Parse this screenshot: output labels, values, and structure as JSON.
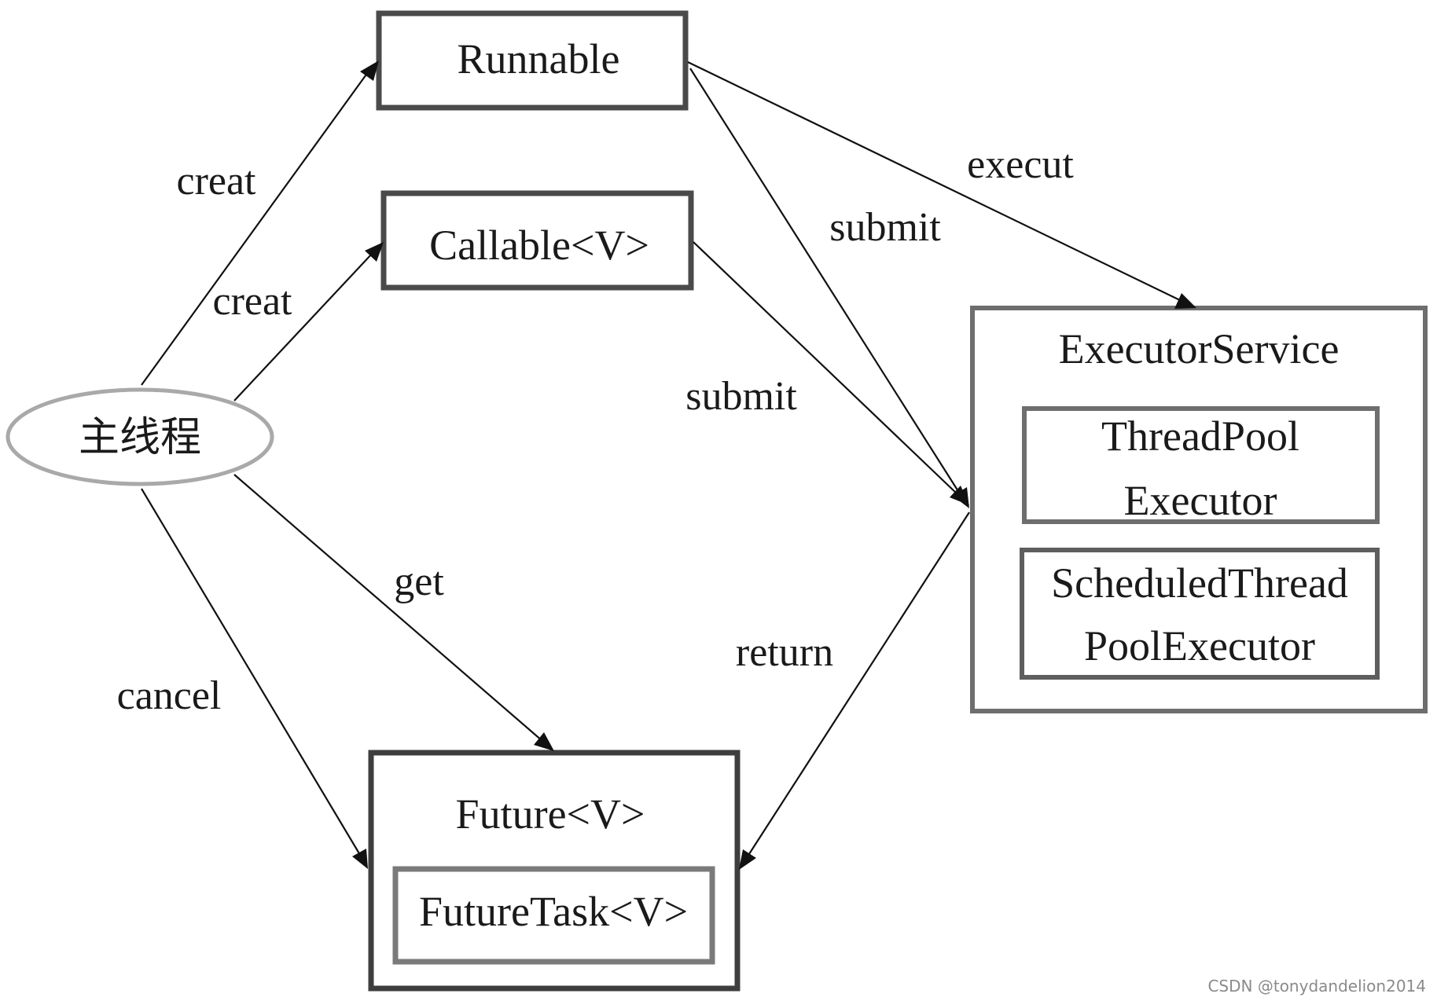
{
  "nodes": {
    "main_thread": "主线程",
    "runnable": "Runnable",
    "callable": "Callable<V>",
    "executor_service": "ExecutorService",
    "thread_pool_line1": "ThreadPool",
    "thread_pool_line2": "Executor",
    "scheduled_line1": "ScheduledThread",
    "scheduled_line2": "PoolExecutor",
    "future": "Future<V>",
    "future_task": "FutureTask<V>"
  },
  "edges": {
    "creat_runnable": "creat",
    "creat_callable": "creat",
    "execut": "execut",
    "submit_runnable": "submit",
    "submit_callable": "submit",
    "get": "get",
    "cancel": "cancel",
    "return": "return"
  },
  "watermark": "CSDN @tonydandelion2014"
}
